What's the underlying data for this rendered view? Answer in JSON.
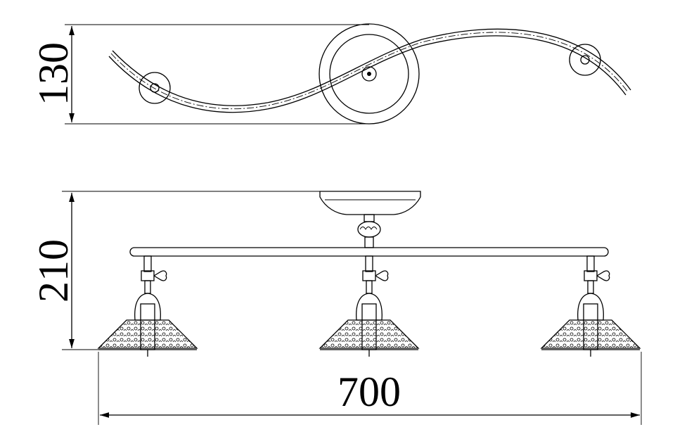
{
  "dimensions": {
    "depth_label": "130",
    "height_label": "210",
    "width_label": "700"
  },
  "lamps": [
    {
      "name": "left"
    },
    {
      "name": "center"
    },
    {
      "name": "right"
    }
  ]
}
